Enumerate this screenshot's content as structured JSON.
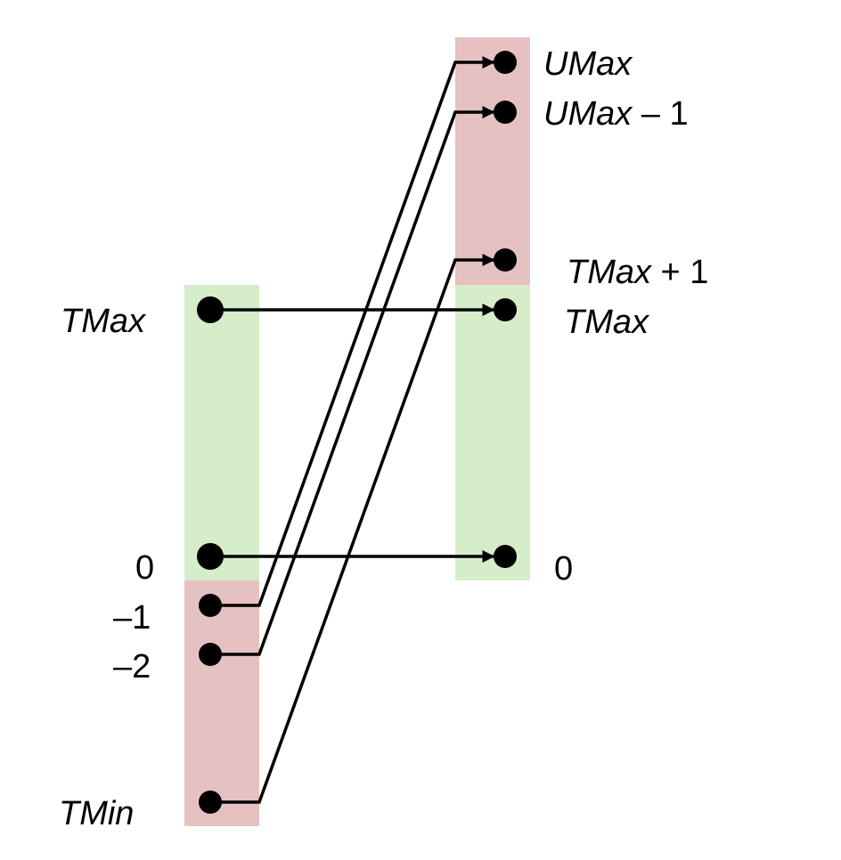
{
  "colors": {
    "negative_region": "#e6c1c1",
    "nonnegative_region": "#d5edc9",
    "ink": "#000000"
  },
  "left_labels": {
    "tmax": "TMax",
    "zero": "0",
    "minus_one": "–1",
    "minus_two": "–2",
    "tmin": "TMin"
  },
  "right_labels": {
    "umax": "UMax",
    "umax_minus_one_var": "UMax",
    "umax_minus_one_suffix": " – 1",
    "tmax_plus_one_var": "TMax",
    "tmax_plus_one_suffix": " + 1",
    "tmax": "TMax",
    "zero": "0"
  }
}
